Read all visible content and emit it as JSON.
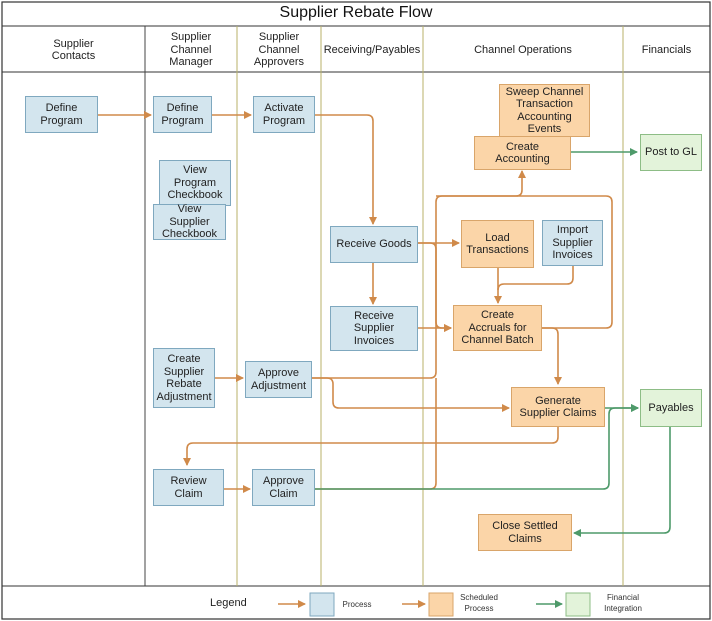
{
  "title": "Supplier Rebate Flow",
  "lanes": [
    "Supplier\nContacts",
    "Supplier\nChannel\nManager",
    "Supplier\nChannel\nApprovers",
    "Receiving/Payables",
    "Channel Operations",
    "Financials"
  ],
  "nodes": {
    "define_program_contacts": "Define\nProgram",
    "define_program_manager": "Define\nProgram",
    "activate_program": "Activate\nProgram",
    "view_program_checkbook": "View\nProgram\nCheckbook",
    "view_supplier_checkbook": "View Supplier\nCheckbook",
    "sweep_events": "Sweep Channel\nTransaction\nAccounting\nEvents",
    "create_accounting": "Create\nAccounting",
    "post_to_gl": "Post to GL",
    "receive_goods": "Receive Goods",
    "load_transactions": "Load\nTransactions",
    "import_supplier_invoices": "Import\nSupplier\nInvoices",
    "receive_supplier_invoices": "Receive Supplier\nInvoices",
    "create_accruals": "Create\nAccruals for\nChannel Batch",
    "create_rebate_adjustment": "Create\nSupplier\nRebate\nAdjustment",
    "approve_adjustment": "Approve\nAdjustment",
    "generate_claims": "Generate\nSupplier Claims",
    "payables": "Payables",
    "review_claim": "Review Claim",
    "approve_claim": "Approve\nClaim",
    "close_settled": "Close Settled\nClaims"
  },
  "legend": {
    "label": "Legend",
    "process": "Process",
    "scheduled": "Scheduled\nProcess",
    "financial": "Financial\nIntegration"
  },
  "colors": {
    "process_fill": "#d3e5ee",
    "scheduled_fill": "#fbd5a8",
    "financial_fill": "#e3f3da",
    "process_arrow": "#d08a4a",
    "financial_arrow": "#4e9a6a",
    "lane_divider": "#b8b26a"
  }
}
